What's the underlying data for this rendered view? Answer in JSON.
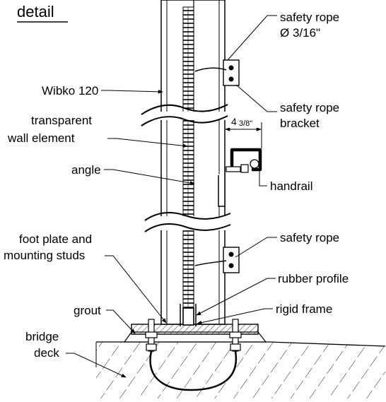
{
  "title": "detail",
  "labels": {
    "safety_rope_top_line1": "safety rope",
    "safety_rope_top_line2": "Ø 3/16\"",
    "wibko": "Wibko 120",
    "transparent_line1": "transparent",
    "transparent_line2": "wall element",
    "safety_rope_bracket_line1": "safety rope",
    "safety_rope_bracket_line2": "bracket",
    "angle": "angle",
    "handrail": "handrail",
    "foot_plate_line1": "foot plate and",
    "foot_plate_line2": "mounting studs",
    "safety_rope_lower": "safety rope",
    "rubber_profile": "rubber profile",
    "grout": "grout",
    "rigid_frame": "rigid frame",
    "bridge_line1": "bridge",
    "bridge_line2": "deck"
  },
  "dimension": {
    "whole": "4",
    "fraction": "3/8\""
  }
}
